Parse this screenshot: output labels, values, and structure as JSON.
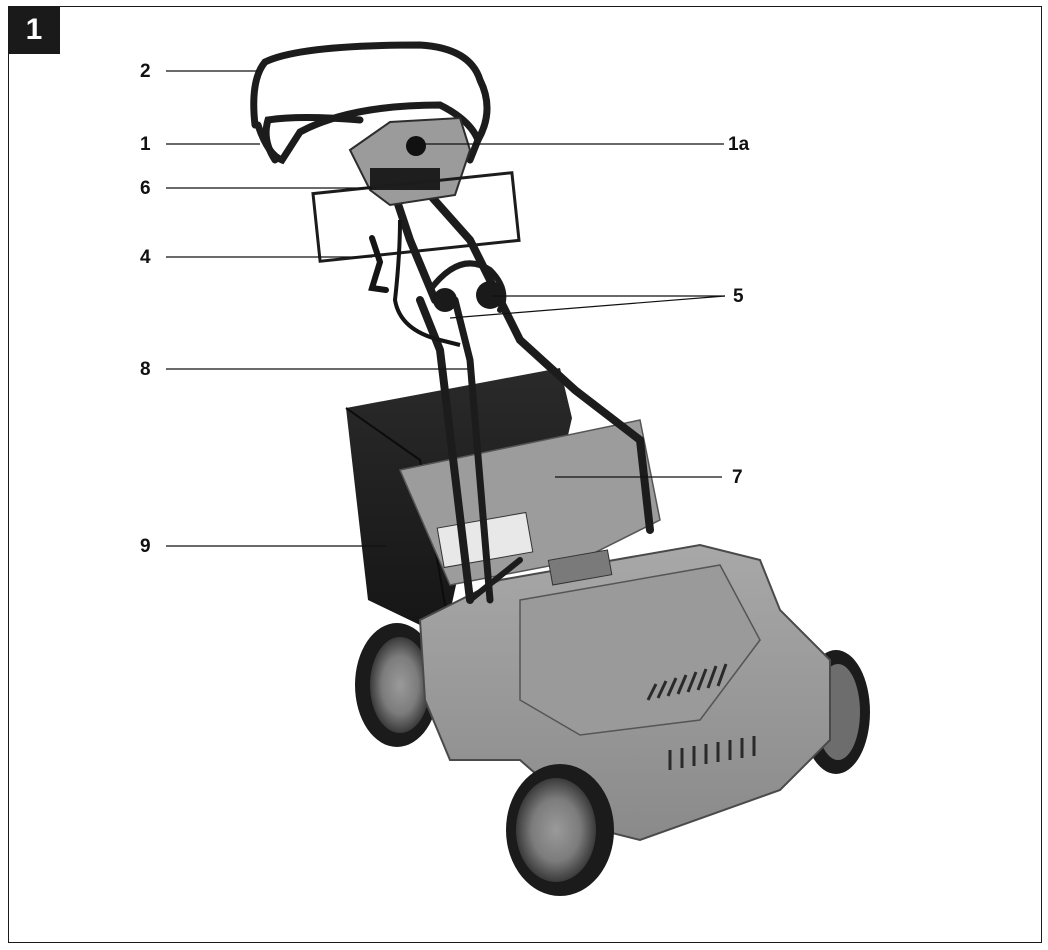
{
  "figure": {
    "number": "1"
  },
  "callouts": {
    "c1": "1",
    "c1a": "1a",
    "c2": "2",
    "c4": "4",
    "c5": "5",
    "c6": "6",
    "c7": "7",
    "c8": "8",
    "c9": "9"
  }
}
